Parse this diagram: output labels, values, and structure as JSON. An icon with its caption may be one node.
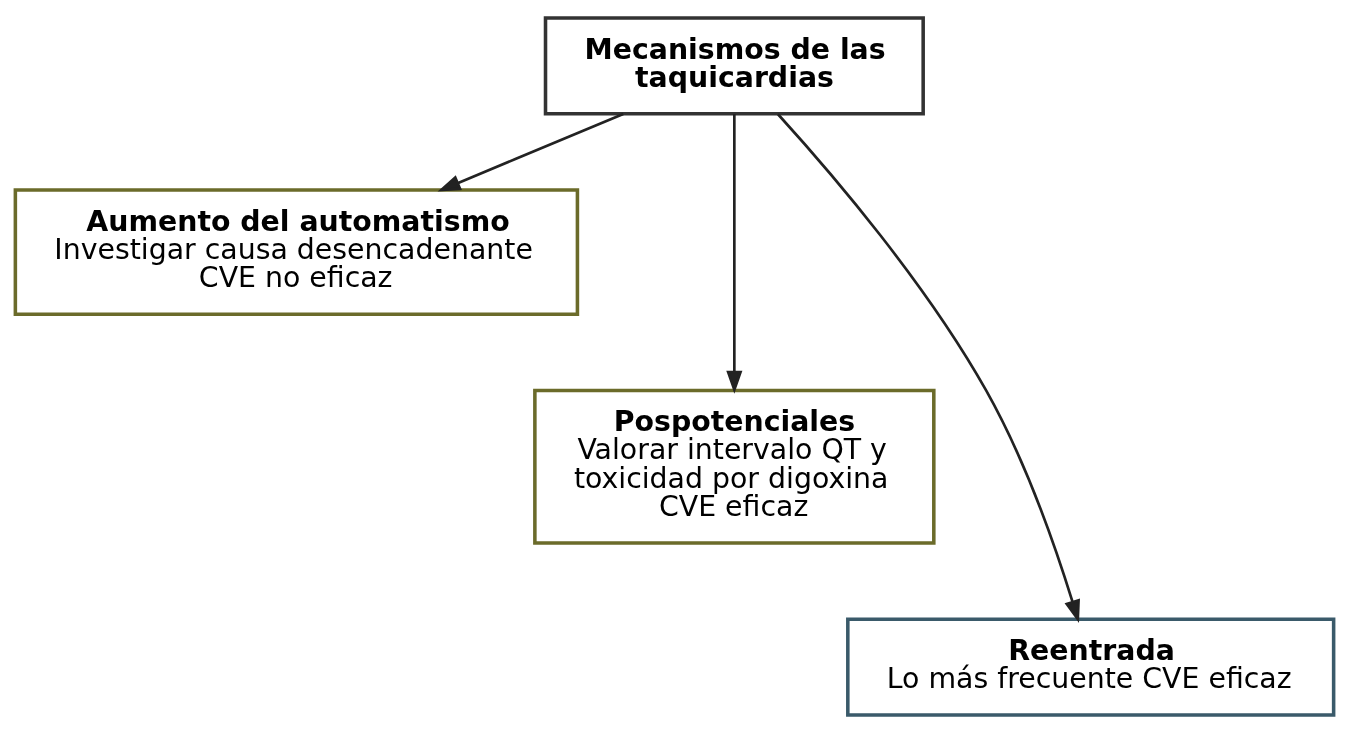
{
  "diagram": {
    "nodes": [
      {
        "text": [
          "Mecanismos de las taquicardias"
        ]
      },
      {
        "text": [
          "Aumento del automatismo",
          "Investigar causa desencadenante",
          "CVE no eficaz"
        ]
      },
      {
        "text": [
          "Pospotenciales",
          "Valorar intervalo QT y toxicidad por digoxina",
          "CVE eficaz"
        ]
      },
      {
        "text": [
          "Reentrada",
          "Lo más frecuente CVE eficaz"
        ]
      }
    ],
    "edges": [
      {
        "from": 0,
        "to": 1,
        "arrow": "to"
      },
      {
        "from": 0,
        "to": 2,
        "arrow": "to"
      },
      {
        "from": 0,
        "to": 3,
        "arrow": "to"
      }
    ]
  }
}
